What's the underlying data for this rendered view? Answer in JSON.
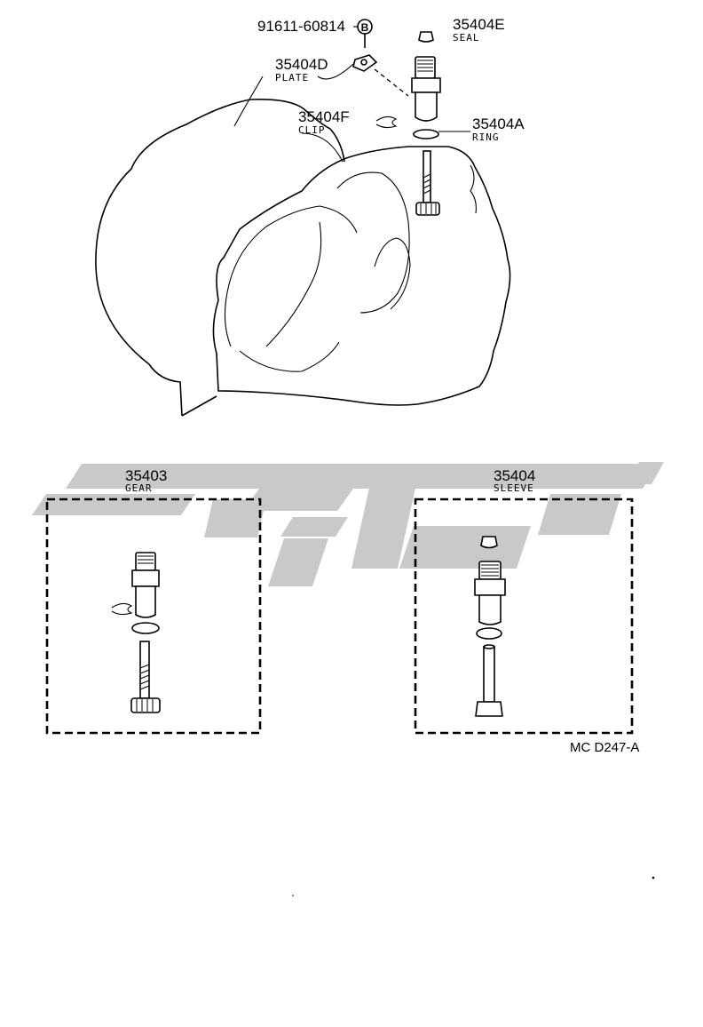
{
  "callouts": {
    "bolt": {
      "part_number": "91611-60814",
      "symbol": "B"
    },
    "seal": {
      "part_number": "35404E",
      "name": "SEAL"
    },
    "plate": {
      "part_number": "35404D",
      "name": "PLATE"
    },
    "clip": {
      "part_number": "35404F",
      "name": "CLIP"
    },
    "ring": {
      "part_number": "35404A",
      "name": "RING"
    }
  },
  "assemblies": {
    "gear": {
      "part_number": "35403",
      "name": "GEAR"
    },
    "sleeve": {
      "part_number": "35404",
      "name": "SLEEVE"
    }
  },
  "diagram_reference": "MC D247-A",
  "colors": {
    "line": "#000000",
    "watermark": "#c9c9c9",
    "background": "#ffffff"
  }
}
